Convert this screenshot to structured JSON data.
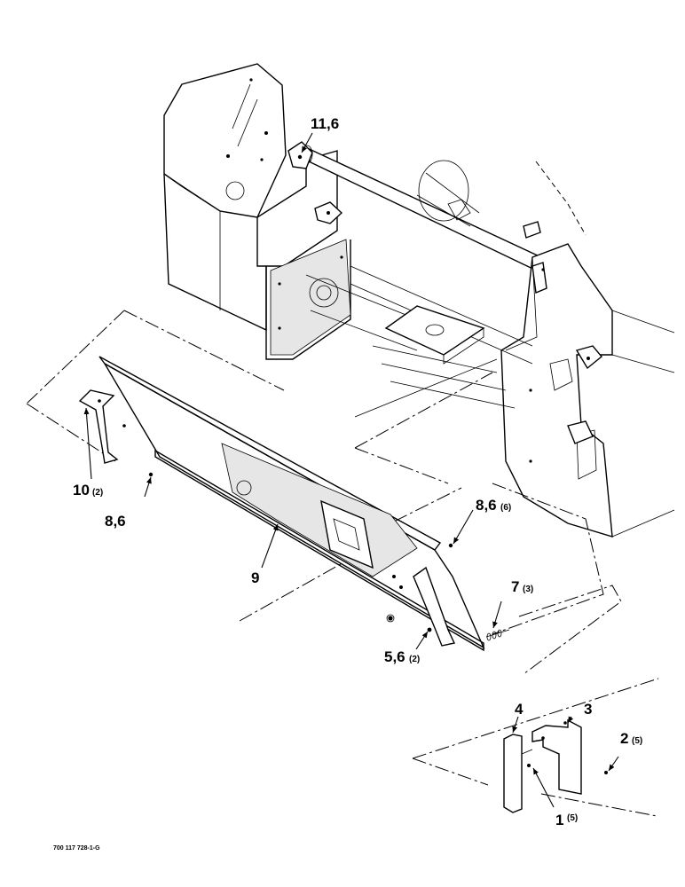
{
  "callouts": {
    "c11_6": {
      "num": "11,6",
      "qty": ""
    },
    "c10": {
      "num": "10",
      "qty": "(2)"
    },
    "c8_6a": {
      "num": "8,6",
      "qty": ""
    },
    "c8_6b": {
      "num": "8,6",
      "qty": "(6)"
    },
    "c9": {
      "num": "9",
      "qty": ""
    },
    "c7": {
      "num": "7",
      "qty": "(3)"
    },
    "c5_6": {
      "num": "5,6",
      "qty": "(2)"
    },
    "c4": {
      "num": "4",
      "qty": ""
    },
    "c3": {
      "num": "3",
      "qty": ""
    },
    "c2": {
      "num": "2",
      "qty": "(5)"
    },
    "c1": {
      "num": "1",
      "qty": "(5)"
    }
  },
  "figure_ref": "700 117 728-1-G"
}
